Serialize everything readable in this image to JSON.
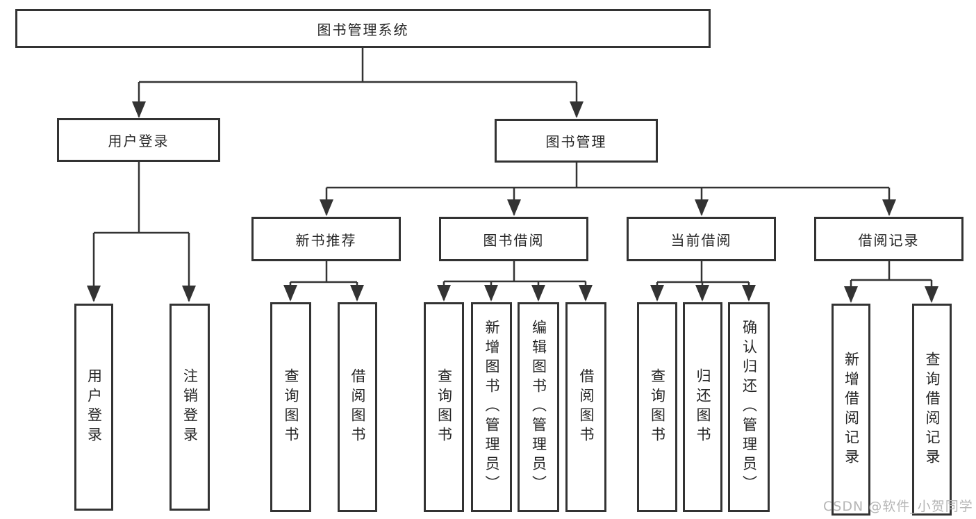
{
  "diagram": {
    "root": {
      "label": "图书管理系统"
    },
    "branches": [
      {
        "label": "用户登录",
        "children": [
          {
            "label": "用户登录"
          },
          {
            "label": "注销登录"
          }
        ]
      },
      {
        "label": "图书管理",
        "children": [
          {
            "label": "新书推荐",
            "children": [
              {
                "label": "查询图书"
              },
              {
                "label": "借阅图书"
              }
            ]
          },
          {
            "label": "图书借阅",
            "children": [
              {
                "label": "查询图书"
              },
              {
                "label": "新增图书（管理员）"
              },
              {
                "label": "编辑图书（管理员）"
              },
              {
                "label": "借阅图书"
              }
            ]
          },
          {
            "label": "当前借阅",
            "children": [
              {
                "label": "查询图书"
              },
              {
                "label": "归还图书"
              },
              {
                "label": "确认归还（管理员）"
              }
            ]
          },
          {
            "label": "借阅记录",
            "children": [
              {
                "label": "新增借阅记录"
              },
              {
                "label": "查询借阅记录"
              }
            ]
          }
        ]
      }
    ]
  },
  "watermark": "CSDN @软件_小贺同学",
  "colors": {
    "line": "#333333",
    "text": "#262626",
    "background": "#ffffff",
    "watermark": "#b5b5b5"
  }
}
